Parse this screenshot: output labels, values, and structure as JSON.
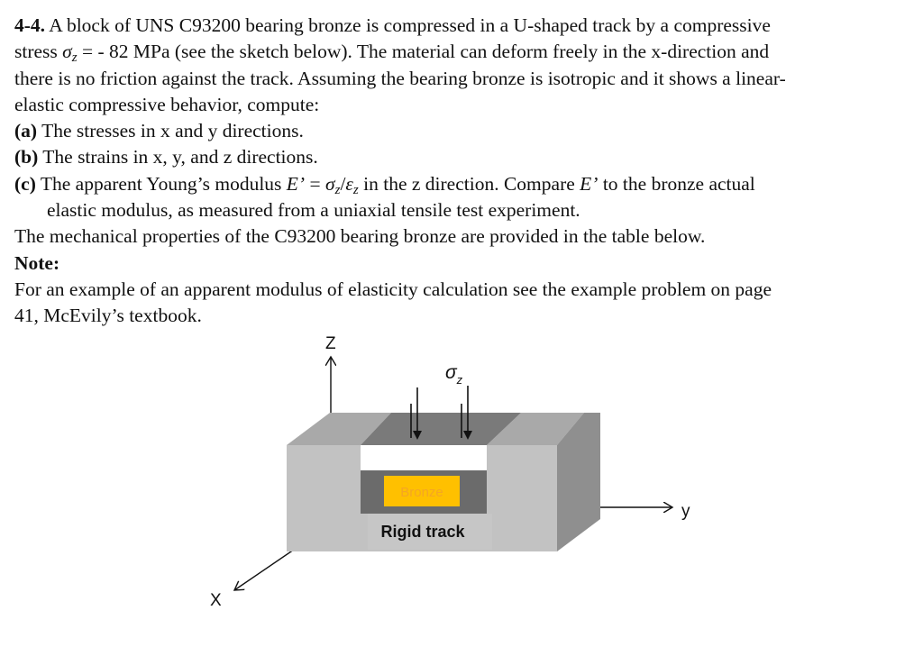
{
  "problem": {
    "number": "4-4.",
    "line1": " A block of UNS C93200 bearing bronze is compressed in a U-shaped track by a compressive",
    "line2_pre": "stress ",
    "line2_sym": "σ",
    "line2_sub": "z",
    "line2_post": " = - 82 MPa (see the sketch below). The material can deform freely in the x-direction and",
    "line3": "there is no friction against the track. Assuming the bearing bronze is isotropic and it shows a linear-",
    "line4": "elastic compressive behavior, compute:",
    "a_label": "(a)",
    "a_text": " The stresses in x and y directions.",
    "b_label": "(b)",
    "b_text": " The strains in x, y, and z directions.",
    "c_label": "(c)",
    "c_text1_pre": " The apparent Young’s modulus ",
    "c_E": "E’",
    "c_eq": " = ",
    "c_sigma": "σ",
    "c_sigma_sub": "z",
    "c_slash": "/",
    "c_eps": "ε",
    "c_eps_sub": "z",
    "c_text1_mid": " in the z direction. Compare ",
    "c_E2": "E’",
    "c_text1_post": " to the bronze actual",
    "c_text2": "elastic modulus, as measured from a uniaxial tensile test experiment.",
    "props_line": "The mechanical properties of the C93200 bearing bronze are provided in the table below.",
    "note_label": "Note:",
    "note_line1": "For an example of an apparent modulus of elasticity calculation see the example problem on page",
    "note_line2": "41, McEvily’s textbook."
  },
  "figure": {
    "axis_z": "Z",
    "axis_y": "y",
    "axis_x": "X",
    "stress_sym": "σ",
    "stress_sub": "z",
    "bronze_label": "Bronze",
    "track_label": "Rigid track",
    "colors": {
      "track_front": "#c2c2c2",
      "track_top": "#a9a9a9",
      "track_side": "#8f8f8f",
      "groove": "#6b6b6b",
      "bronze": "#ffc000",
      "bronze_text": "#f5a623"
    }
  }
}
